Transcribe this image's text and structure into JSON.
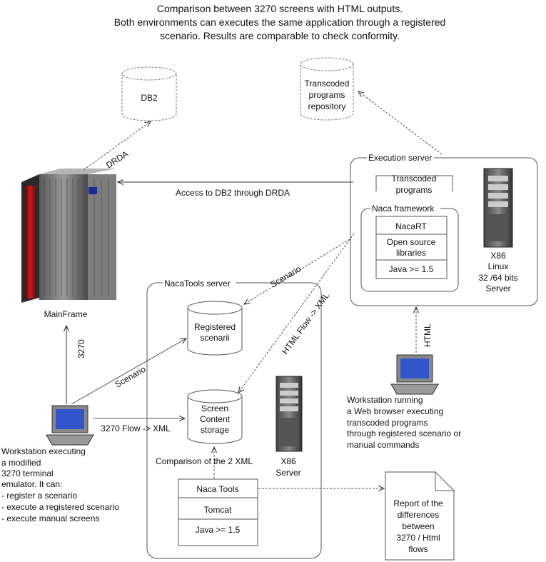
{
  "title": {
    "line1": "Comparison between 3270 screens with HTML outputs.",
    "line2": "Both environments can executes the same application through a registered",
    "line3": "scenario. Results are comparable to check conformity."
  },
  "nodes": {
    "db2": "DB2",
    "repository": [
      "Transcoded",
      "programs",
      "repository"
    ],
    "mainframe": "MainFrame",
    "execution_server": "Execution server",
    "transcoded_programs": [
      "Transcoded",
      "programs"
    ],
    "naca_framework": "Naca framework",
    "nacart": "NacaRT",
    "open_source": [
      "Open source",
      "libraries"
    ],
    "java_exec": "Java >= 1.5",
    "x86_linux": [
      "X86",
      "Linux",
      "32 /64 bits",
      "Server"
    ],
    "nacatools_server": "NacaTools server",
    "registered_scenarii": [
      "Registered",
      "scenarii"
    ],
    "screen_storage": [
      "Screen",
      "Content",
      "storage"
    ],
    "x86_server": [
      "X86",
      "Server"
    ],
    "naca_tools": "Naca Tools",
    "tomcat": "Tomcat",
    "java_tools": "Java >= 1.5",
    "report": [
      "Report of the",
      "differences",
      "between",
      "3270 / Html",
      "flows"
    ],
    "workstation_left": [
      "Workstation executing",
      "a modified",
      "3270 terminal",
      "emulator. It can:",
      "- register a scenario",
      "- execute a registered scenario",
      "- execute manual screens"
    ],
    "workstation_right": [
      "Workstation running",
      "a Web browser executing",
      "transcoded programs",
      "through registered scenario or",
      "manual commands"
    ]
  },
  "edges": {
    "drda": "DRDA",
    "access_db2": "Access to DB2 through DRDA",
    "scenario_exec": "Scenario",
    "html_flow_xml": "HTML Flow -> XML",
    "html": "HTML",
    "v3270": "3270",
    "scenario_ws": "Scenario",
    "flow_3270_xml": "3270 Flow -> XML",
    "comparison": "Comparison of the 2 XML"
  }
}
